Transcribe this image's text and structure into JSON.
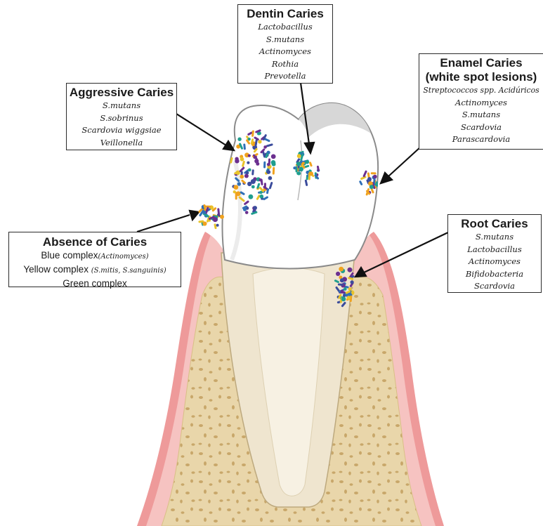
{
  "dentin": {
    "title": "Dentin Caries",
    "items": [
      "Lactobacillus",
      "S.mutans",
      "Actinomyces",
      "Rothia",
      "Prevotella"
    ]
  },
  "aggressive": {
    "title": "Aggressive Caries",
    "items": [
      "S.mutans",
      "S.sobrinus",
      "Scardovia wiggsiae",
      "Veillonella"
    ]
  },
  "enamel": {
    "title_line1": "Enamel Caries",
    "title_line2": "(white spot lesions)",
    "items": [
      "Streptococcos spp. Acidúricos",
      "Actinomyces",
      "S.mutans",
      "Scardovia",
      "Parascardovia"
    ]
  },
  "absence": {
    "title": "Absence of Caries",
    "blue_label": "Blue complex",
    "blue_detail": "(Actinomyces)",
    "yellow_label": "Yellow complex",
    "yellow_detail": "(S.mitis, S.sanguinis)",
    "green_label": "Green complex"
  },
  "root": {
    "title": "Root Caries",
    "items": [
      "S.mutans",
      "Lactobacillus",
      "Actinomyces",
      "Bifidobacteria",
      "Scardovia"
    ]
  },
  "colors": {
    "gum": "#ee9a9a",
    "bone": "#e9d6aa",
    "enamel": "#ffffff",
    "root": "#efe5cf",
    "pulp": "#f7f1e3",
    "bacteria": [
      "#6b2f8f",
      "#1f9e8f",
      "#3b4c9c",
      "#e8c32b",
      "#f0a21e",
      "#2f6fb7"
    ]
  }
}
